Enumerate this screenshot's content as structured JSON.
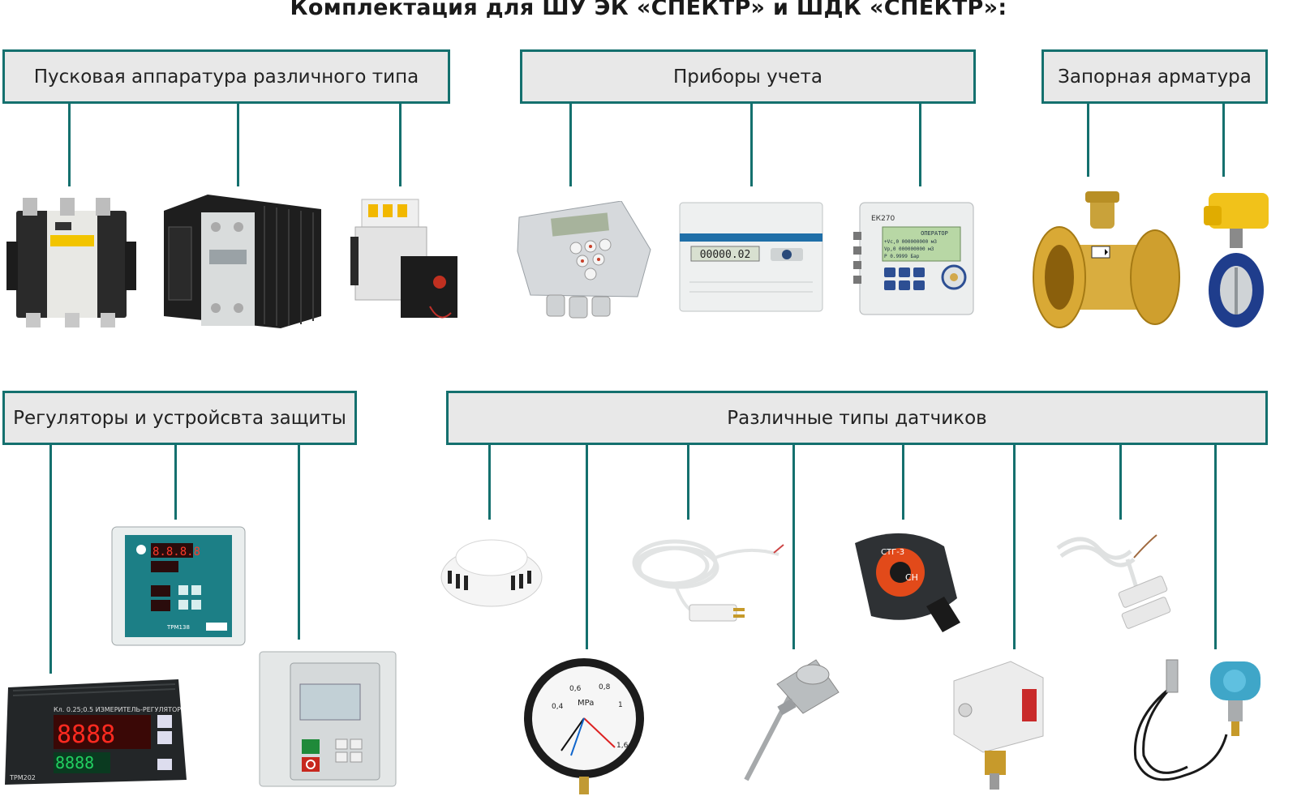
{
  "title": "Комплектация для ШУ ЭК «СПЕКТР» и ШДК «СПЕКТР»:",
  "categories": {
    "starting_equipment": "Пусковая аппаратура различного типа",
    "metering_devices": "Приборы учета",
    "shutoff_valves": "Запорная арматура",
    "regulators_protection": "Регуляторы и устройсвта защиты",
    "sensors": "Различные типы датчиков"
  },
  "device_labels": {
    "meter_display": "00000.02",
    "corrector_model": "ЕК270",
    "corrector_screen_line1": "ОПЕРАТОР",
    "corrector_screen_line2": "+Vс,0 000000000 м3",
    "corrector_screen_line3": "Vр,0 000000000 м3",
    "corrector_screen_line4": "Р 0.9999 Бар",
    "trm138_label": "ТРМ138",
    "trm202_label": "ТРМ202",
    "trm202_header": "Кл. 0.25;0.5 ИЗМЕРИТЕЛЬ-РЕГУЛЯТОР",
    "gauge_unit": "MPa",
    "gauge_ticks": [
      "0,4",
      "0,6",
      "0,8",
      "1",
      "1,6"
    ],
    "gas_sensor_model": "СТГ-3",
    "gas_sensor_code": "CH"
  }
}
